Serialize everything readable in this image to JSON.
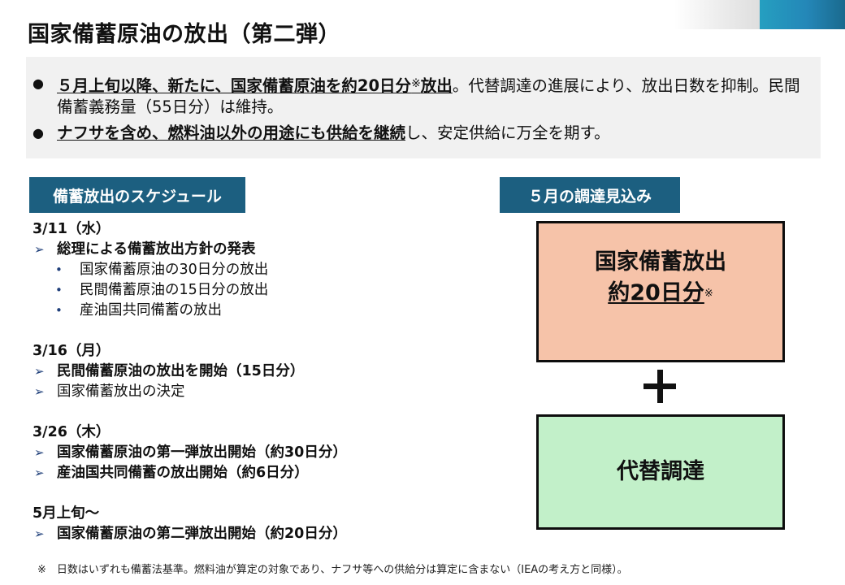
{
  "header": {
    "title": "国家備蓄原油の放出（第二弾）",
    "accent_colors": {
      "gray": "#dedede",
      "blue": "#2487b8"
    }
  },
  "summary": {
    "items": [
      {
        "bullet": "●",
        "bold_underlined": "５月上旬以降、新たに、国家備蓄原油を約20日分",
        "mark": "※",
        "bold_underlined_2": "放出",
        "rest": "。代替調達の進展により、放出日数を抑制。民間備蓄義務量（55日分）は維持。"
      },
      {
        "bullet": "●",
        "bold_underlined": "ナフサを含め、燃料油以外の用途にも供給を継続",
        "rest": "し、安定供給に万全を期す。"
      }
    ]
  },
  "schedule": {
    "header": "備蓄放出のスケジュール",
    "arrow_icon": "➢",
    "dot_icon": "•",
    "groups": [
      {
        "date": "3/11（水）",
        "lines": [
          {
            "text": "総理による備蓄放出方針の発表",
            "bold": true
          }
        ],
        "subitems": [
          "国家備蓄原油の30日分の放出",
          "民間備蓄原油の15日分の放出",
          "産油国共同備蓄の放出"
        ]
      },
      {
        "date": "3/16（月）",
        "lines": [
          {
            "text": "民間備蓄原油の放出を開始（15日分）",
            "bold": true
          },
          {
            "text": "国家備蓄放出の決定",
            "bold": false
          }
        ]
      },
      {
        "date": "3/26（木）",
        "lines": [
          {
            "text": "国家備蓄原油の第一弾放出開始（約30日分）",
            "bold": true
          },
          {
            "text": "産油国共同備蓄の放出開始（約6日分）",
            "bold": true
          }
        ]
      },
      {
        "date": "5月上旬～",
        "lines": [
          {
            "text": "国家備蓄原油の第二弾放出開始（約20日分）",
            "bold": true
          }
        ]
      }
    ]
  },
  "procurement": {
    "header": "５月の調達見込み",
    "box1": {
      "title": "国家備蓄放出",
      "amount": "約20日分",
      "mark": "※",
      "color": "#f6c3a9"
    },
    "plus": "+",
    "box2": {
      "title": "代替調達",
      "color": "#c2f0c9"
    }
  },
  "footnote": "※　日数はいずれも備蓄法基準。燃料油が算定の対象であり、ナフサ等への供給分は算定に含まない（IEAの考え方と同様）。"
}
